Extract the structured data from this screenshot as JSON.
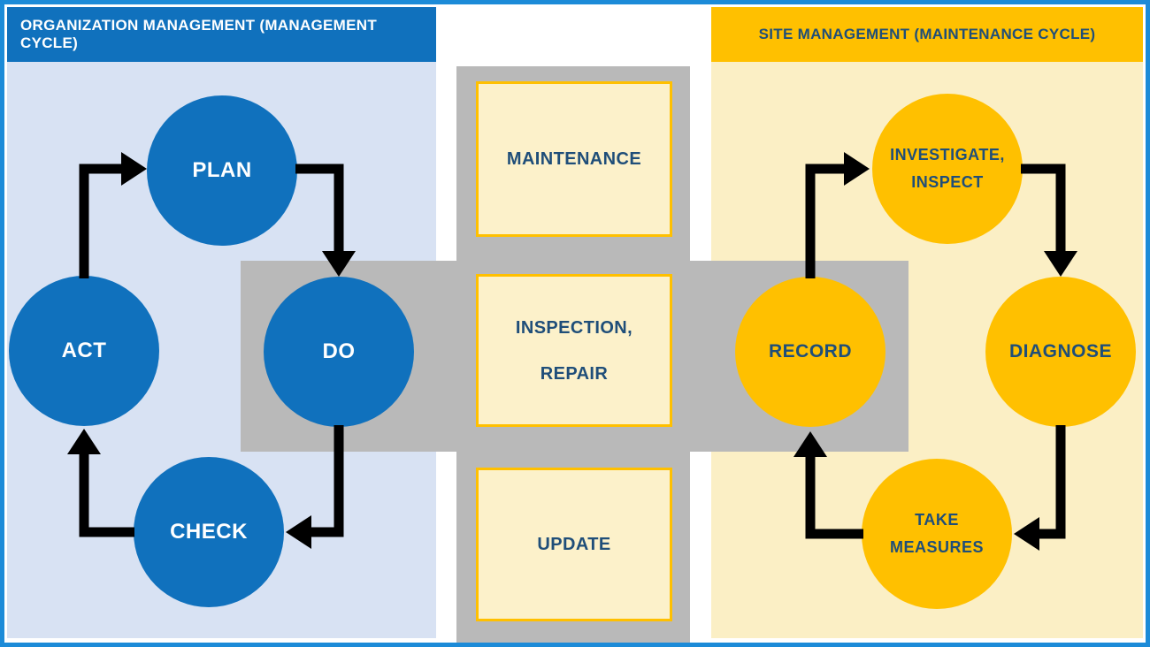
{
  "colors": {
    "blue_accent": "#1071BD",
    "light_blue_bg": "#D8E2F3",
    "gold_accent": "#FFC000",
    "light_yellow_bg": "#FBEFC5",
    "cream_box_fill": "#FCF1CA",
    "gray_band": "#B9B9B9",
    "navy_text": "#1F4E79",
    "white_text": "#FFFFFF",
    "outer_border_blue": "#1C8BD8",
    "arrow_black": "#000000"
  },
  "left_panel": {
    "header": "ORGANIZATION MANAGEMENT (MANAGEMENT CYCLE)",
    "nodes": {
      "plan": "PLAN",
      "do": "DO",
      "check": "CHECK",
      "act": "ACT"
    }
  },
  "right_panel": {
    "header": "SITE MANAGEMENT (MAINTENANCE CYCLE)",
    "nodes": {
      "investigate_line1": "INVESTIGATE,",
      "investigate_line2": "INSPECT",
      "diagnose": "DIAGNOSE",
      "take_measures_line1": "TAKE",
      "take_measures_line2": "MEASURES",
      "record": "RECORD"
    }
  },
  "center_boxes": {
    "maintenance": "MAINTENANCE",
    "inspection_line1": "INSPECTION,",
    "inspection_line2": "REPAIR",
    "update": "UPDATE"
  }
}
